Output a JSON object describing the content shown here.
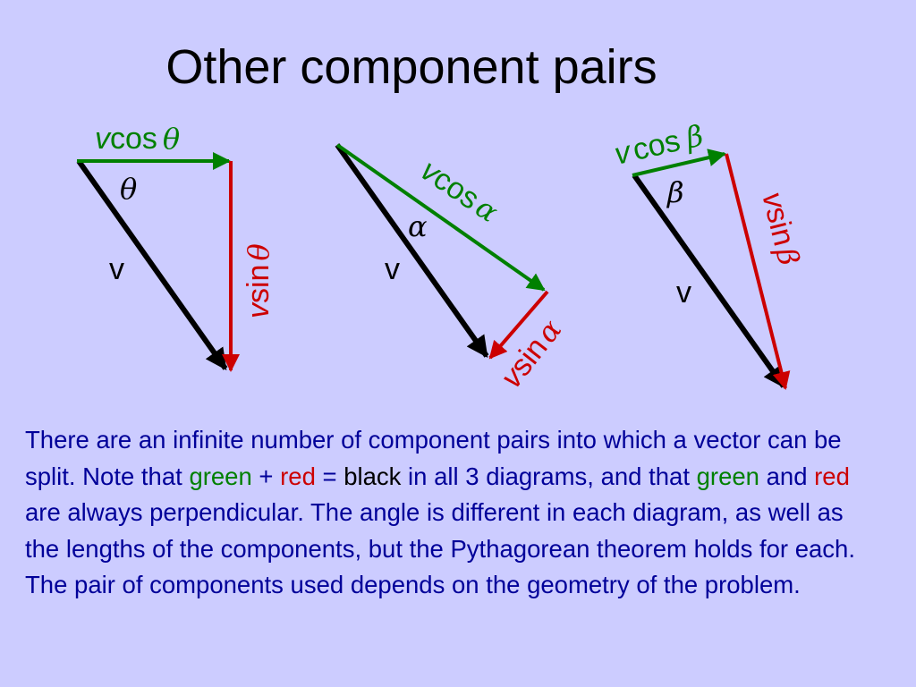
{
  "title": "Other component pairs",
  "colors": {
    "background": "#ccccff",
    "text": "#000099",
    "green": "#008000",
    "red": "#cc0000",
    "black": "#000000"
  },
  "diagrams": [
    {
      "angle_symbol": "θ",
      "vector_label": "v",
      "green_label": {
        "var": "v",
        "fn": "cos",
        "angle": "θ"
      },
      "red_label": {
        "var": "v",
        "fn": "sin",
        "angle": "θ"
      }
    },
    {
      "angle_symbol": "α",
      "vector_label": "v",
      "green_label": {
        "var": "v",
        "fn": "cos",
        "angle": "α"
      },
      "red_label": {
        "var": "v",
        "fn": "sin",
        "angle": "α"
      }
    },
    {
      "angle_symbol": "β",
      "vector_label": "v",
      "green_label": {
        "var": "v",
        "fn": "cos",
        "angle": "β"
      },
      "red_label": {
        "var": "v",
        "fn": "sin",
        "angle": "β"
      }
    }
  ],
  "paragraph": {
    "p1": "There are an infinite number of component pairs into which a vector can be split.  Note that ",
    "green1": "green",
    "p2": " + ",
    "red1": "red",
    "p3": " = ",
    "black1": "black",
    "p4": " in all 3 diagrams, and that ",
    "green2": "green",
    "p5": " and ",
    "red2": "red",
    "p6": " are always perpendicular. The angle is different in each diagram, as well as the lengths of the components, but the Pythagorean theorem holds for each.  The pair of components used depends on the geometry of the problem."
  }
}
